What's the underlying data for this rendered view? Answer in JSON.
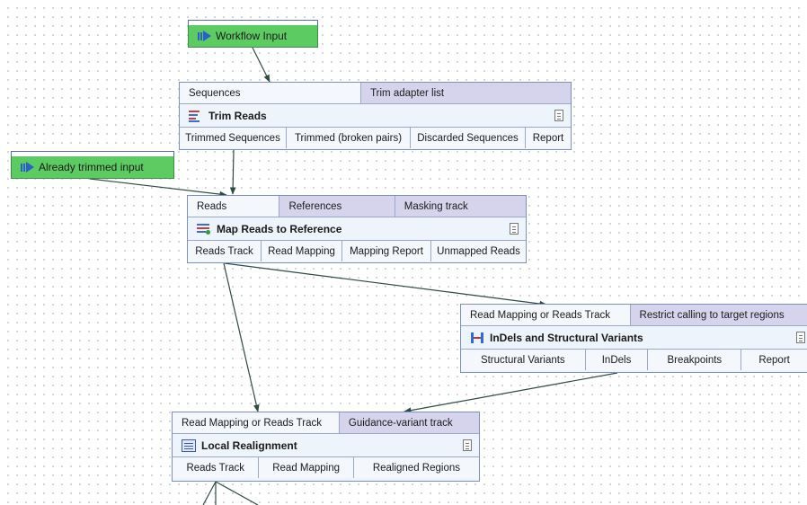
{
  "inputs": {
    "workflow_input": "Workflow Input",
    "already_trimmed": "Already trimmed input"
  },
  "trim_reads": {
    "title": "Trim Reads",
    "in_ports": [
      "Sequences",
      "Trim adapter list"
    ],
    "out_ports": [
      "Trimmed Sequences",
      "Trimmed (broken pairs)",
      "Discarded Sequences",
      "Report"
    ]
  },
  "map_reads": {
    "title": "Map Reads to Reference",
    "in_ports": [
      "Reads",
      "References",
      "Masking track"
    ],
    "out_ports": [
      "Reads Track",
      "Read Mapping",
      "Mapping Report",
      "Unmapped Reads"
    ]
  },
  "indels": {
    "title": "InDels and Structural Variants",
    "in_ports": [
      "Read Mapping or Reads Track",
      "Restrict calling to target regions"
    ],
    "out_ports": [
      "Structural Variants",
      "InDels",
      "Breakpoints",
      "Report"
    ]
  },
  "local_realignment": {
    "title": "Local Realignment",
    "in_ports": [
      "Read Mapping or Reads Track",
      "Guidance-variant track"
    ],
    "out_ports": [
      "Reads Track",
      "Read Mapping",
      "Realigned Regions"
    ]
  },
  "colors": {
    "input_node": "#5ccc62",
    "node_body": "#eef4fb",
    "optional_port": "#d6d4ec",
    "border": "#7d8fbd",
    "edge": "#2f4b45"
  },
  "icons": {
    "input": "input-arrow-icon",
    "trim": "trim-reads-icon",
    "map": "map-reads-icon",
    "indels": "indels-icon",
    "realign": "local-realignment-icon",
    "document": "document-icon"
  }
}
